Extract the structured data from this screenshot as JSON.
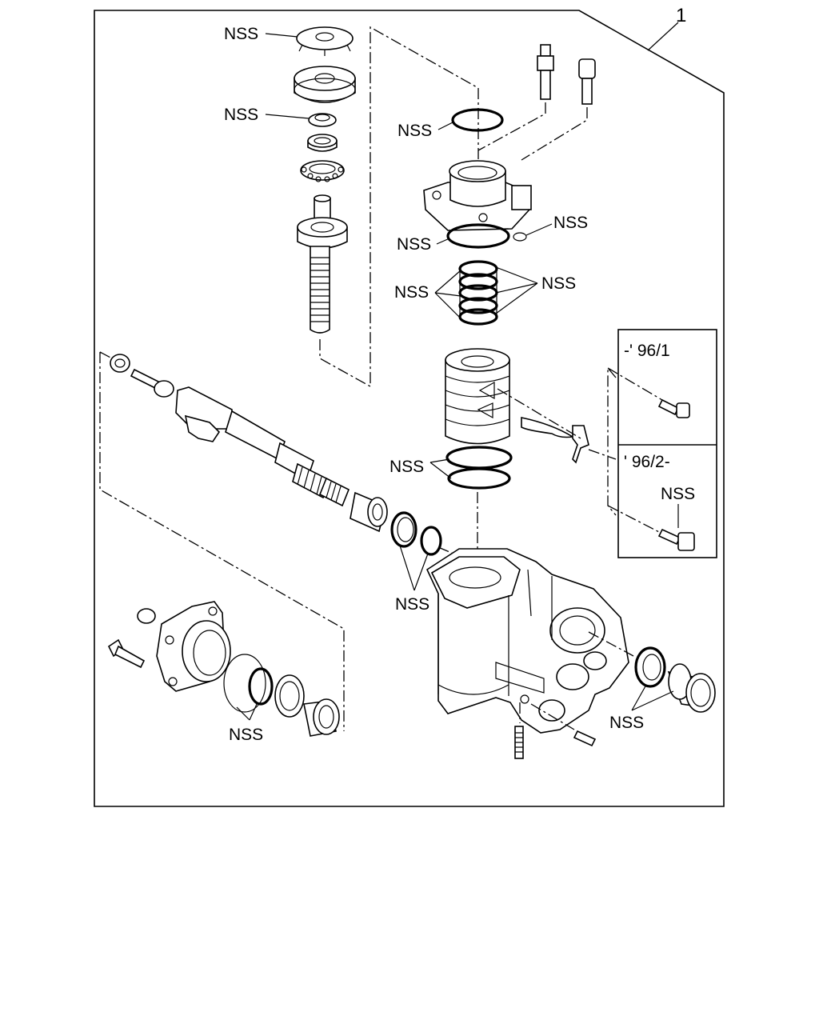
{
  "callout_ref": "1",
  "labels": {
    "nss": "NSS"
  },
  "inset": {
    "early_range": "-' 96/1",
    "late_range": "' 96/2-"
  }
}
